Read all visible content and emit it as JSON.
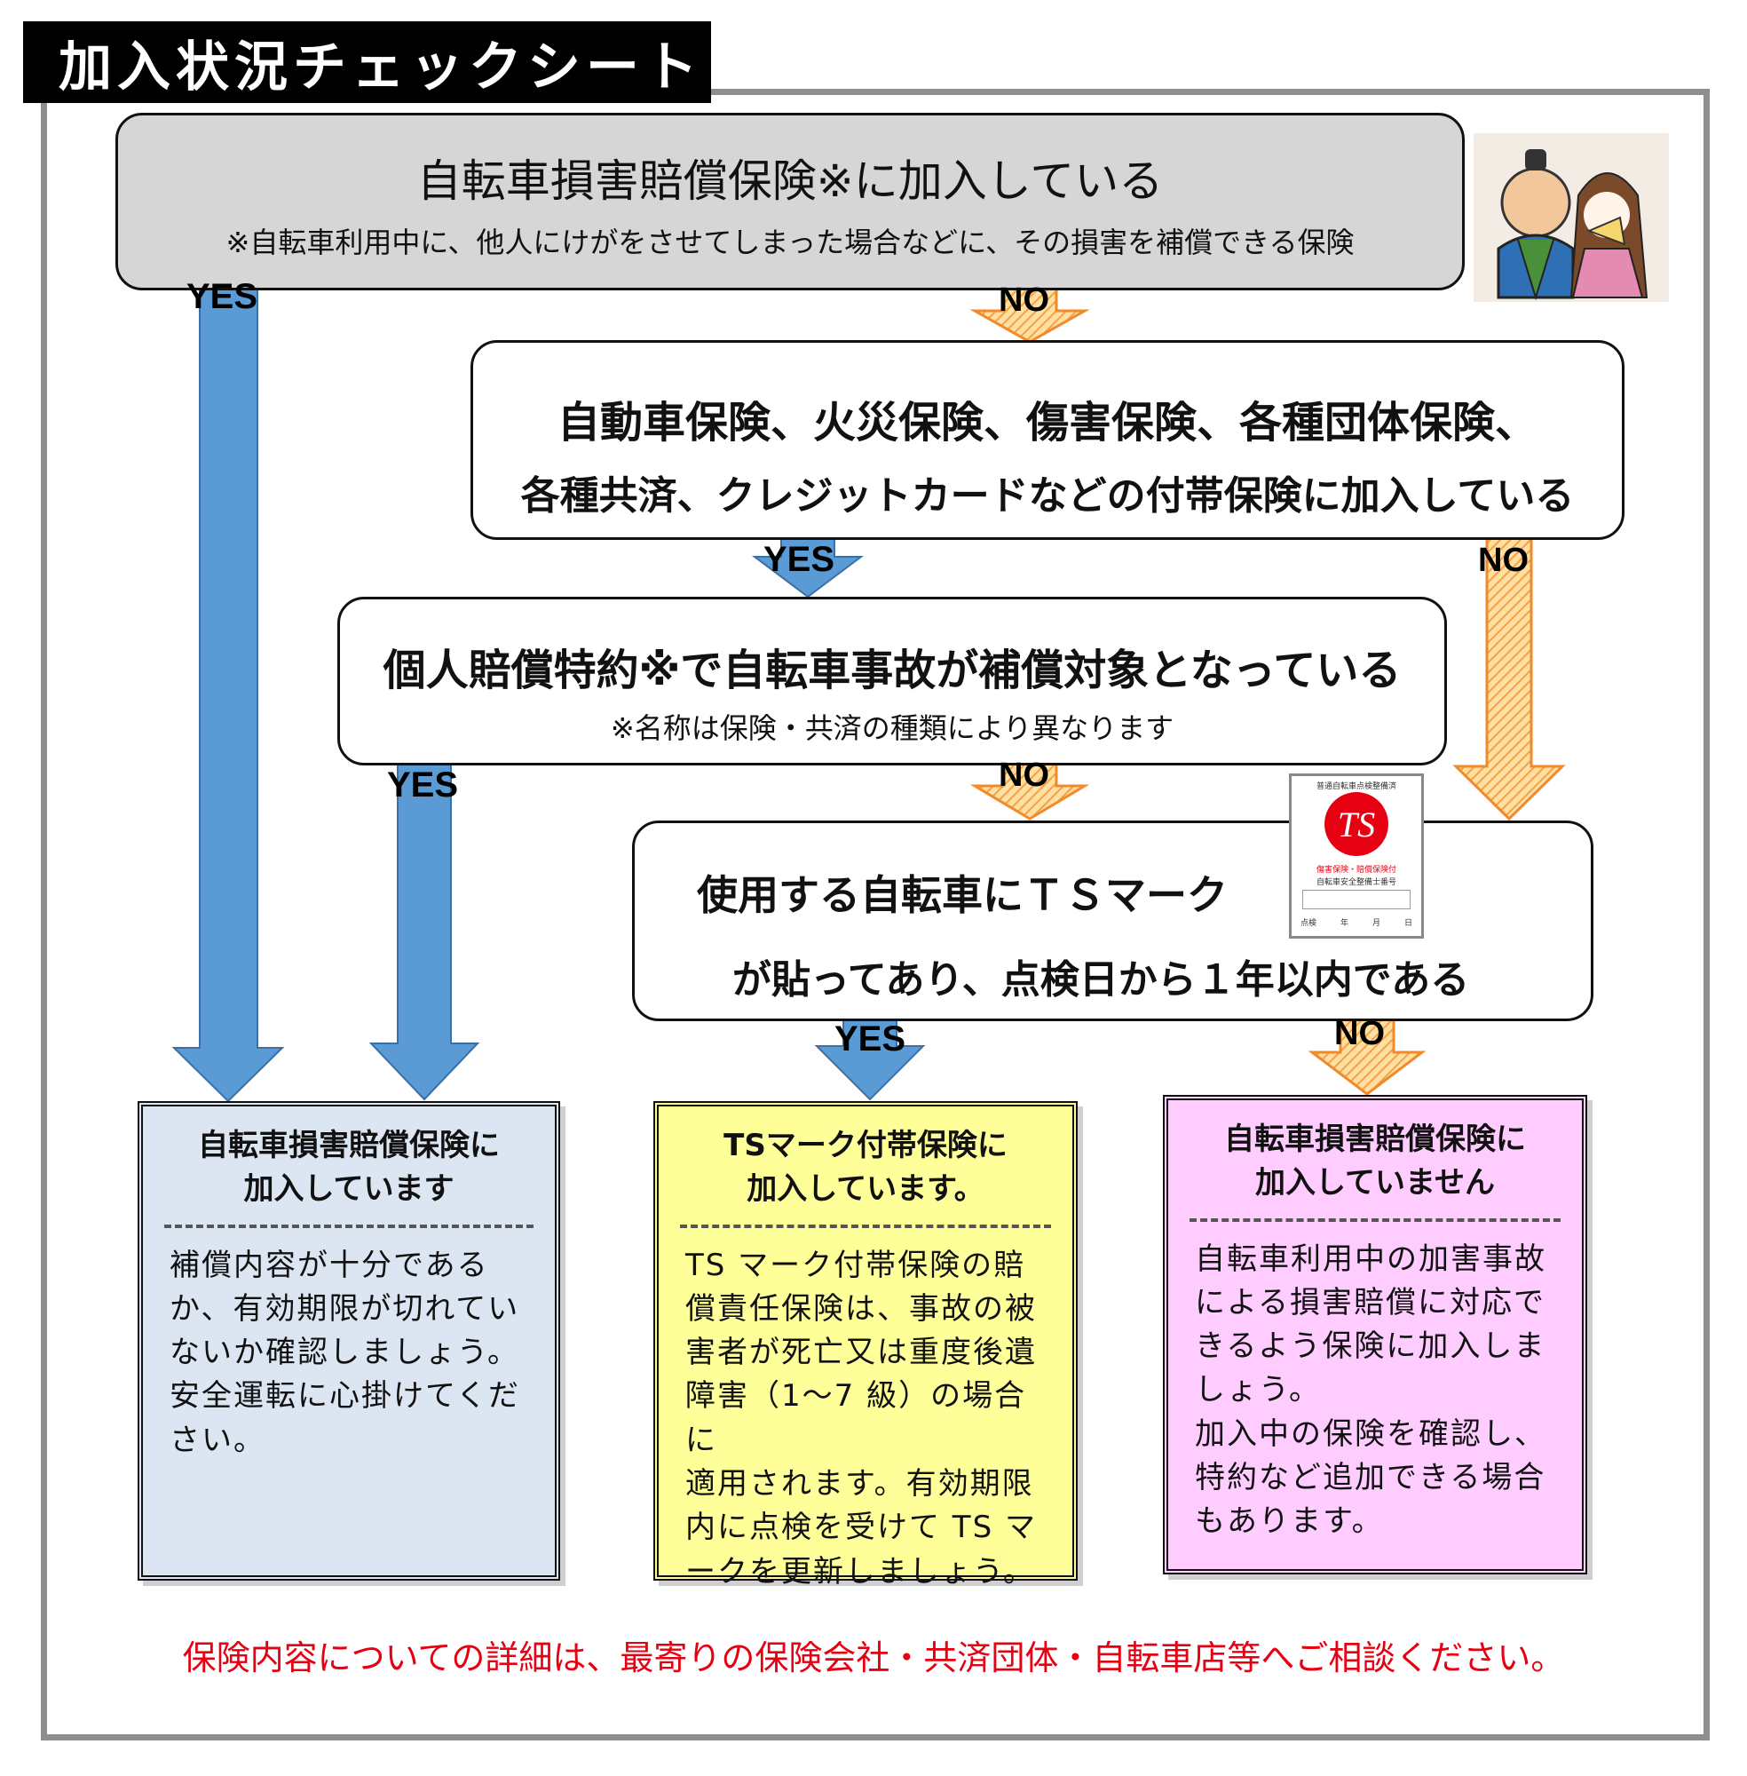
{
  "title": "加入状況チェックシート",
  "q1": {
    "text": "自転車損害賠償保険※に加入している",
    "note": "※自転車利用中に、他人にけがをさせてしまった場合などに、その損害を補償できる保険"
  },
  "q2": {
    "line1": "自動車保険、火災保険、傷害保険、各種団体保険、",
    "line2": "各種共済、クレジットカードなどの付帯保険に加入している"
  },
  "q3": {
    "text": "個人賠償特約※で自転車事故が補償対象となっている",
    "note": "※名称は保険・共済の種類により異なります"
  },
  "q4": {
    "line1": "使用する自転車にＴＳマーク",
    "line2": "が貼ってあり、点検日から１年以内である"
  },
  "ts_badge": {
    "arc_text": "普通自転車点検整備済",
    "line1": "傷害保険・賠償保険付",
    "line2": "自転車安全整備士番号",
    "date_labels": [
      "点検",
      "年",
      "月",
      "日"
    ]
  },
  "labels": {
    "yes": "YES",
    "no": "NO"
  },
  "results": {
    "insured": {
      "title": "自転車損害賠償保険に\n加入しています",
      "body": "補償内容が十分である\nか、有効期限が切れてい\nないか確認しましょう。\n安全運転に心掛けてくだ\nさい。"
    },
    "ts": {
      "title": "TSマーク付帯保険に\n加入しています。",
      "body": "TS マーク付帯保険の賠\n償責任保険は、事故の被\n害者が死亡又は重度後遺\n障害（1～7 級）の場合に\n適用されます。有効期限\n内に点検を受けて TS マ\nークを更新しましょう。"
    },
    "none": {
      "title": "自転車損害賠償保険に\n加入していません",
      "body": "自転車利用中の加害事故\nによる損害賠償に対応で\nきるよう保険に加入しま\nしょう。\n加入中の保険を確認し、\n特約など追加できる場合\nもあります。"
    }
  },
  "footer": "保険内容についての詳細は、最寄りの保険会社・共済団体・自転車店等へご相談ください。",
  "colors": {
    "yes_arrow": "#5b9bd5",
    "no_arrow": "#f4a460",
    "footer_text": "#e60012"
  }
}
